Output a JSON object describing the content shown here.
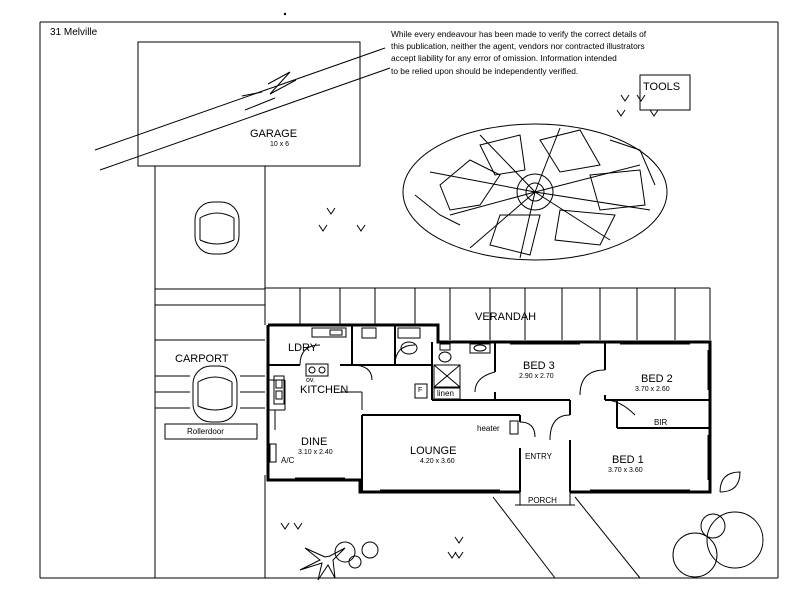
{
  "header": {
    "address": "31 Melville",
    "disclaimer_lines": [
      "While every endeavour has been made to verify the correct details of",
      "this publication, neither the agent, vendors nor contracted illustrators",
      "accept liability for any error of omission. Information intended",
      "to be relied upon should be independently verified."
    ]
  },
  "labels": {
    "tools": "TOOLS",
    "garage": "GARAGE",
    "garage_dim": "10 x 6",
    "carport": "CARPORT",
    "rollerdoor": "Rollerdoor",
    "verandah": "VERANDAH",
    "ldry": "LDRY",
    "ov": "ov.",
    "kitchen": "KITCHEN",
    "f": "F",
    "linen": "linen",
    "dine": "DINE",
    "dine_dim": "3.10 x 2.40",
    "ac": "A/C",
    "lounge": "LOUNGE",
    "lounge_dim": "4.20 x 3.60",
    "heater": "heater",
    "entry": "ENTRY",
    "porch": "PORCH",
    "bed3": "BED 3",
    "bed3_dim": "2.90 x 2.70",
    "bed2": "BED 2",
    "bed2_dim": "3.70 x 2.60",
    "bir": "BIR",
    "bed1": "BED 1",
    "bed1_dim": "3.70 x 3.60"
  },
  "colors": {
    "line": "#000000",
    "paper": "#ffffff"
  },
  "icons": [
    "car-icon",
    "tree-icon",
    "shrub-icon",
    "plant-icon",
    "grass-tuft-icon",
    "toilet-icon",
    "sink-icon",
    "stove-icon"
  ]
}
